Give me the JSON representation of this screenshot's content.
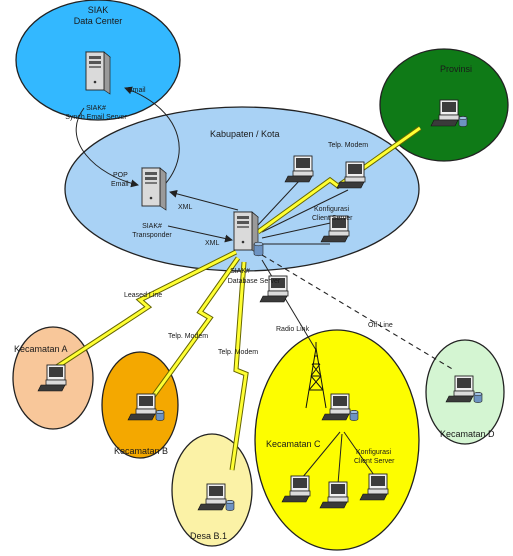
{
  "nodes": {
    "data_center": {
      "title_line1": "SIAK",
      "title_line2": "Data Center",
      "server_line1": "SIAK#",
      "server_line2": "Synch Email Server",
      "color": "#33b8ff"
    },
    "provinsi": {
      "title": "Provinsi",
      "color": "#0f7a17"
    },
    "kabupaten": {
      "title": "Kabupaten / Kota",
      "color": "#a9d2f5"
    },
    "transponder": {
      "line1": "SIAK#",
      "line2": "Transponder"
    },
    "database": {
      "line1": "SIAK#",
      "line2": "Database Server"
    },
    "kab_clients": {
      "line1": "Konfigurasi",
      "line2": "Client Server"
    },
    "kec_a": {
      "title": "Kecamatan A",
      "color": "#f8c79a"
    },
    "kec_b": {
      "title": "Kecamatan B",
      "color": "#f4a800"
    },
    "desa": {
      "title": "Desa B.1",
      "color": "#fbf2a6"
    },
    "kec_c": {
      "title": "Kecamatan C",
      "color": "#fdfd00",
      "clients_line1": "Konfigurasi",
      "clients_line2": "Client Server"
    },
    "kec_d": {
      "title": "Kecamatan D",
      "color": "#d4f5d2"
    }
  },
  "links": {
    "email": "Email",
    "pop_line1": "POP",
    "pop_line2": "Email",
    "xml_top": "XML",
    "xml_bottom": "XML",
    "telp_modem_provinsi": "Telp. Modem",
    "leased_line": "Leased Line",
    "telp_modem_b": "Telp. Modem",
    "telp_modem_desa": "Telp. Modem",
    "radio_link": "Radio Link",
    "off_line": "Off-Line"
  },
  "colors": {
    "link_bolt": "#ffff33",
    "bolt_outline": "#666600"
  }
}
